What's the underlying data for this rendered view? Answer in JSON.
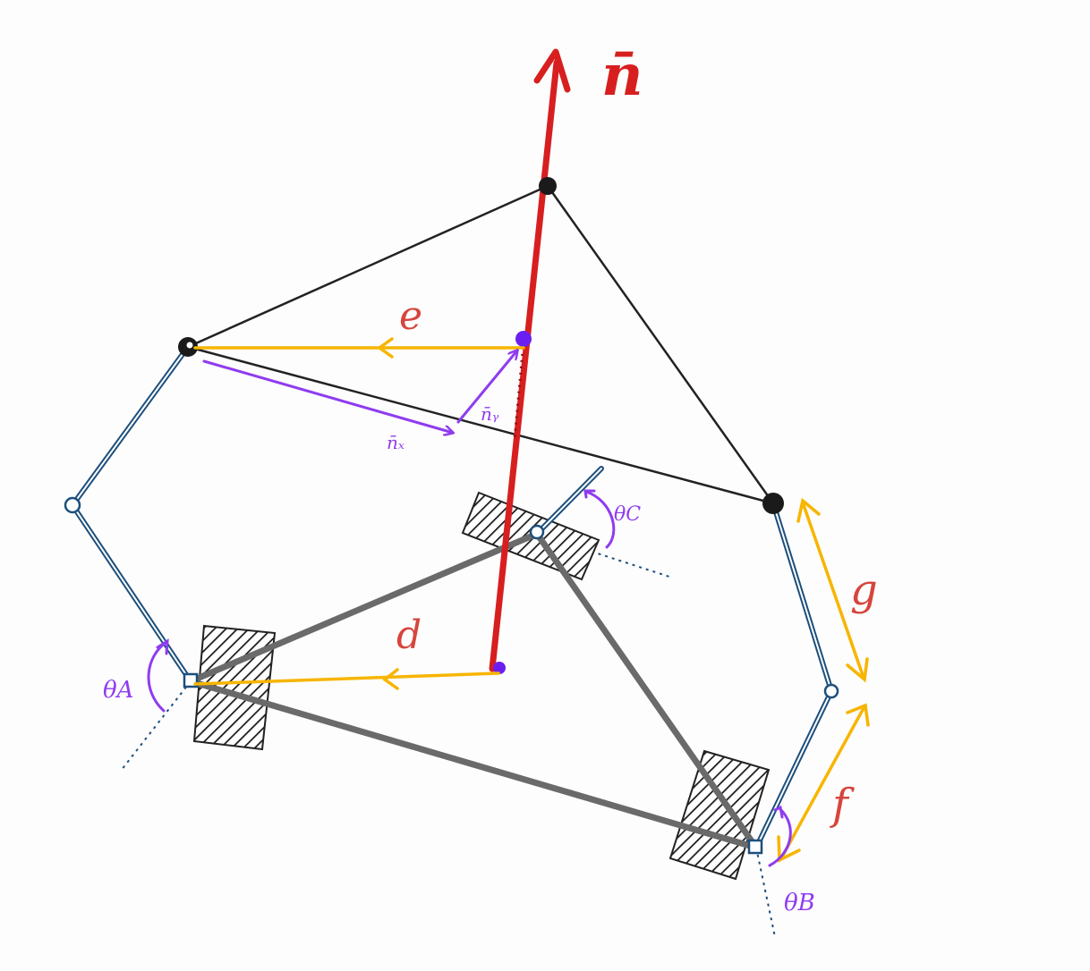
{
  "labels": {
    "n_vector": "n̄",
    "e": "e",
    "d": "d",
    "g": "g",
    "f": "f",
    "n_x": "n̄ₓ",
    "n_y": "n̄ᵧ",
    "theta_a": "θA",
    "theta_b": "θB",
    "theta_c": "θC"
  },
  "colors": {
    "normal_vector": "#d81f1f",
    "offset_arrow": "#f7b500",
    "basis_vector": "#8f3cf0",
    "leg_link": "#1c4f7c",
    "platform_edge": "#222222",
    "base_edge": "#6a6a6a",
    "label_red": "#d6453d"
  }
}
